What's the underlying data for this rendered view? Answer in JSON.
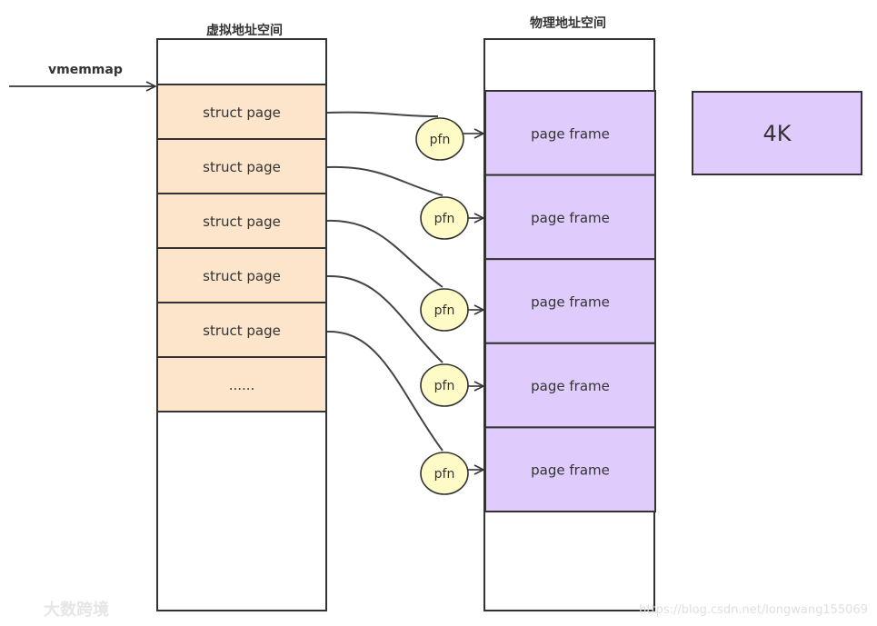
{
  "virtual_title": "虚拟地址空间",
  "physical_title": "物理地址空间",
  "pointer_label": "vmemmap",
  "struct_cells": [
    "struct page",
    "struct page",
    "struct page",
    "struct page",
    "struct page",
    "......"
  ],
  "frame_cells": [
    "page frame",
    "page frame",
    "page frame",
    "page frame",
    "page frame"
  ],
  "pfn_labels": [
    "pfn",
    "pfn",
    "pfn",
    "pfn",
    "pfn"
  ],
  "size_box": "4K",
  "watermark": {
    "logo": "大数跨境",
    "url": "https://blog.csdn.net/longwang155069"
  },
  "colors": {
    "struct_fill": "#fde5cc",
    "frame_fill": "#e0ccfc",
    "pfn_fill": "#fffbc6",
    "stroke": "#333333",
    "connector": "#444444"
  }
}
